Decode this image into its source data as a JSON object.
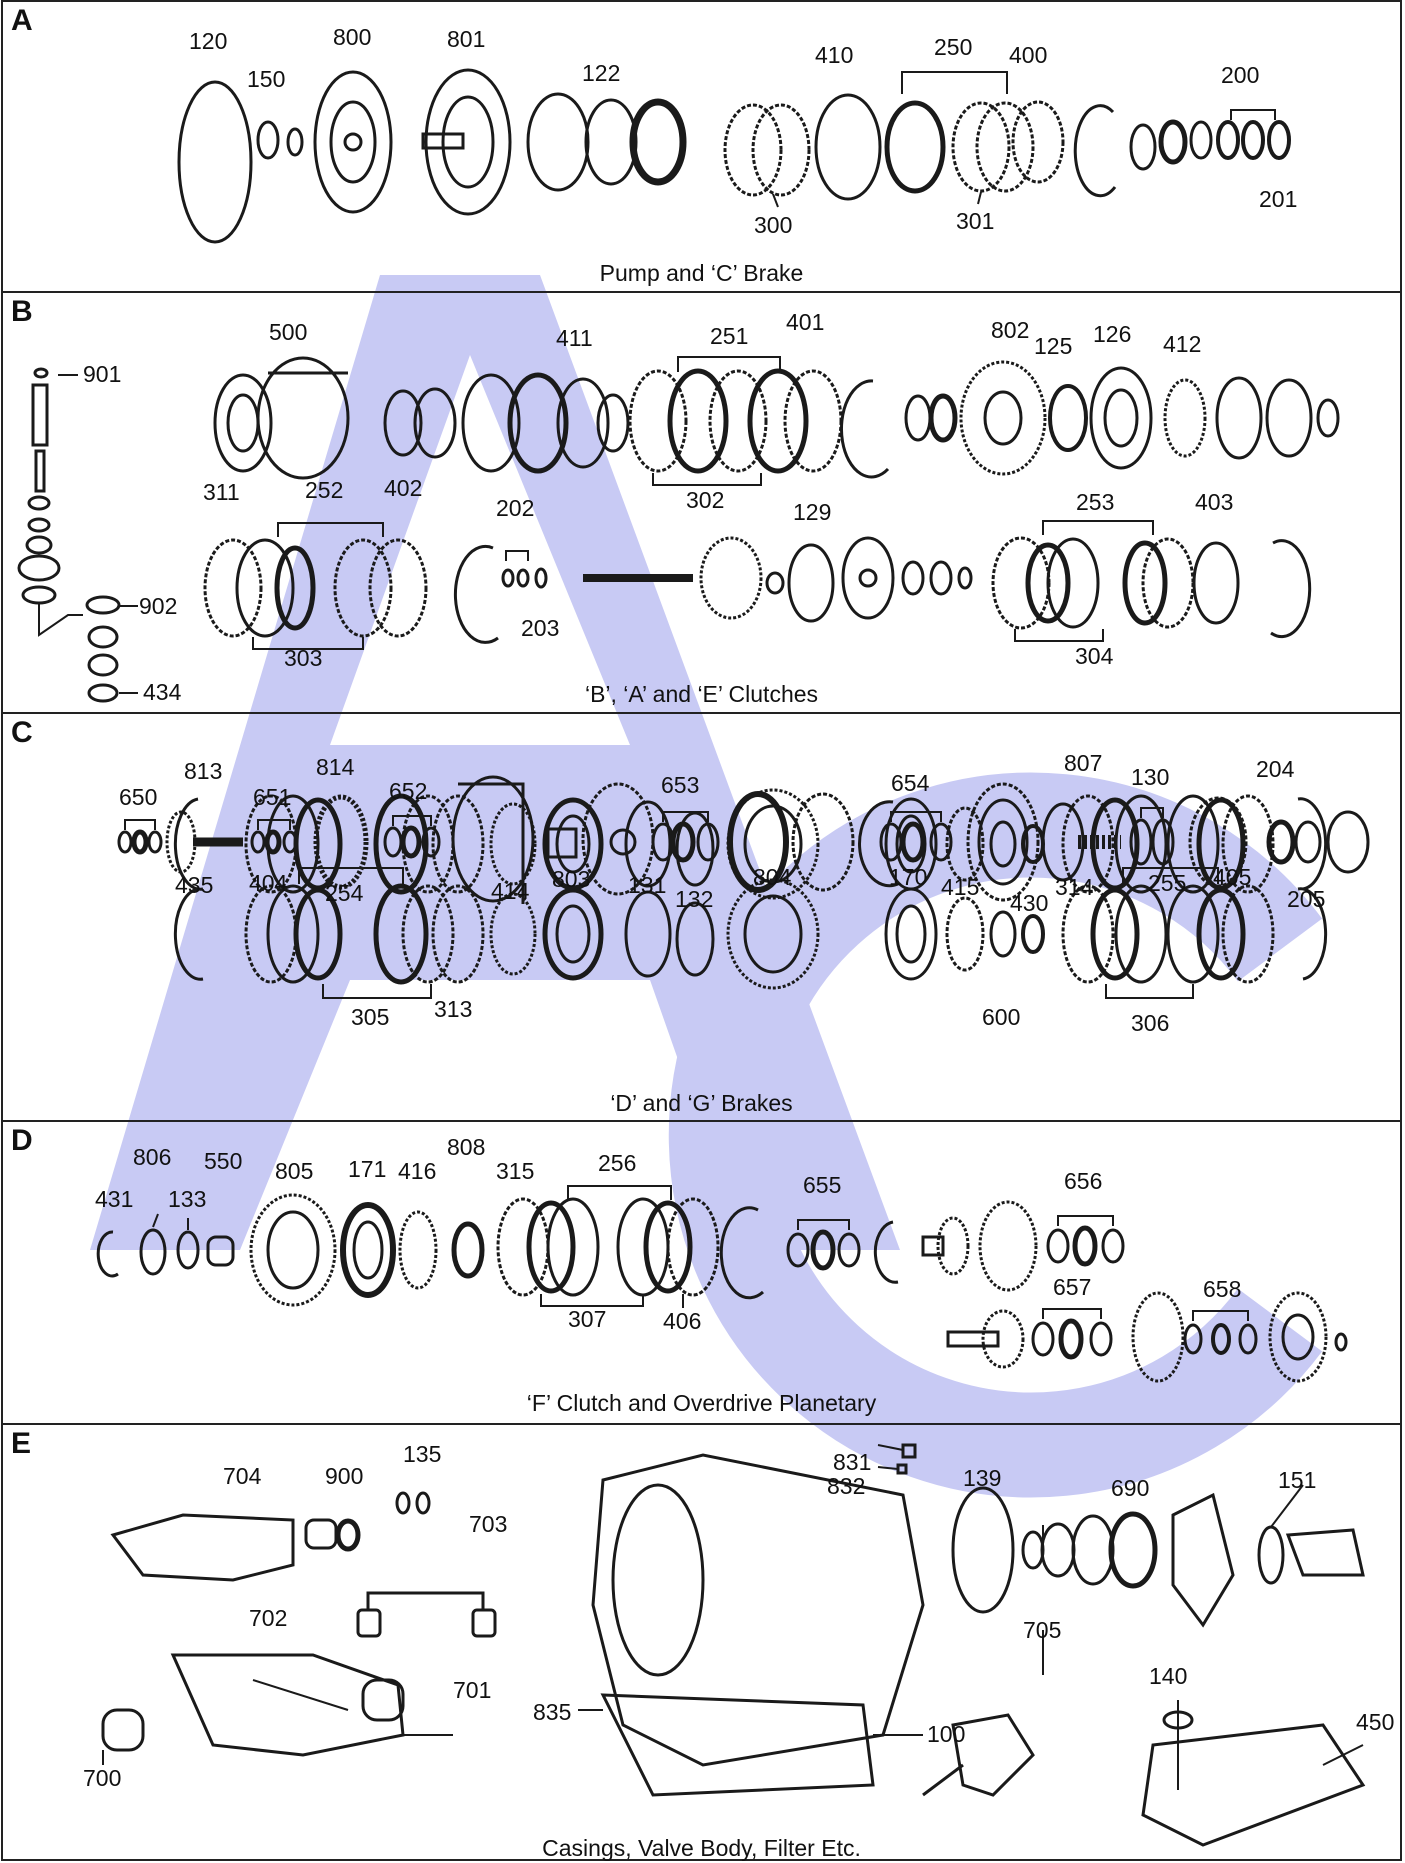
{
  "watermark": {
    "letters": [
      "A",
      "C"
    ],
    "color": "#c8caf4"
  },
  "colors": {
    "line": "#1a1a1a",
    "border": "#222222"
  },
  "panels": [
    {
      "letter": "A",
      "caption": "Pump and ‘C’ Brake",
      "labels": [
        "120",
        "150",
        "800",
        "801",
        "122",
        "410",
        "250",
        "400",
        "200",
        "201",
        "300",
        "301"
      ]
    },
    {
      "letter": "B",
      "caption": "‘B’, ‘A’ and ‘E’ Clutches",
      "labels": [
        "500",
        "411",
        "251",
        "401",
        "802",
        "125",
        "126",
        "412",
        "901",
        "311",
        "252",
        "402",
        "202",
        "129",
        "253",
        "403",
        "902",
        "303",
        "203",
        "302",
        "304",
        "434"
      ]
    },
    {
      "letter": "C",
      "caption": "‘D’ and ‘G’ Brakes",
      "labels": [
        "650",
        "813",
        "651",
        "814",
        "652",
        "653",
        "654",
        "807",
        "130",
        "204",
        "205",
        "435",
        "404",
        "254",
        "414",
        "803",
        "131",
        "132",
        "804",
        "170",
        "415",
        "430",
        "314",
        "255",
        "405",
        "305",
        "313",
        "600",
        "306"
      ]
    },
    {
      "letter": "D",
      "caption": "‘F’ Clutch and Overdrive Planetary",
      "labels": [
        "806",
        "550",
        "431",
        "133",
        "805",
        "171",
        "416",
        "808",
        "315",
        "256",
        "655",
        "656",
        "307",
        "406",
        "657",
        "658"
      ]
    },
    {
      "letter": "E",
      "caption": "Casings, Valve Body, Filter Etc.",
      "labels": [
        "704",
        "900",
        "135",
        "703",
        "702",
        "701",
        "700",
        "831",
        "832",
        "139",
        "690",
        "151",
        "835",
        "100",
        "705",
        "140",
        "450"
      ]
    }
  ]
}
